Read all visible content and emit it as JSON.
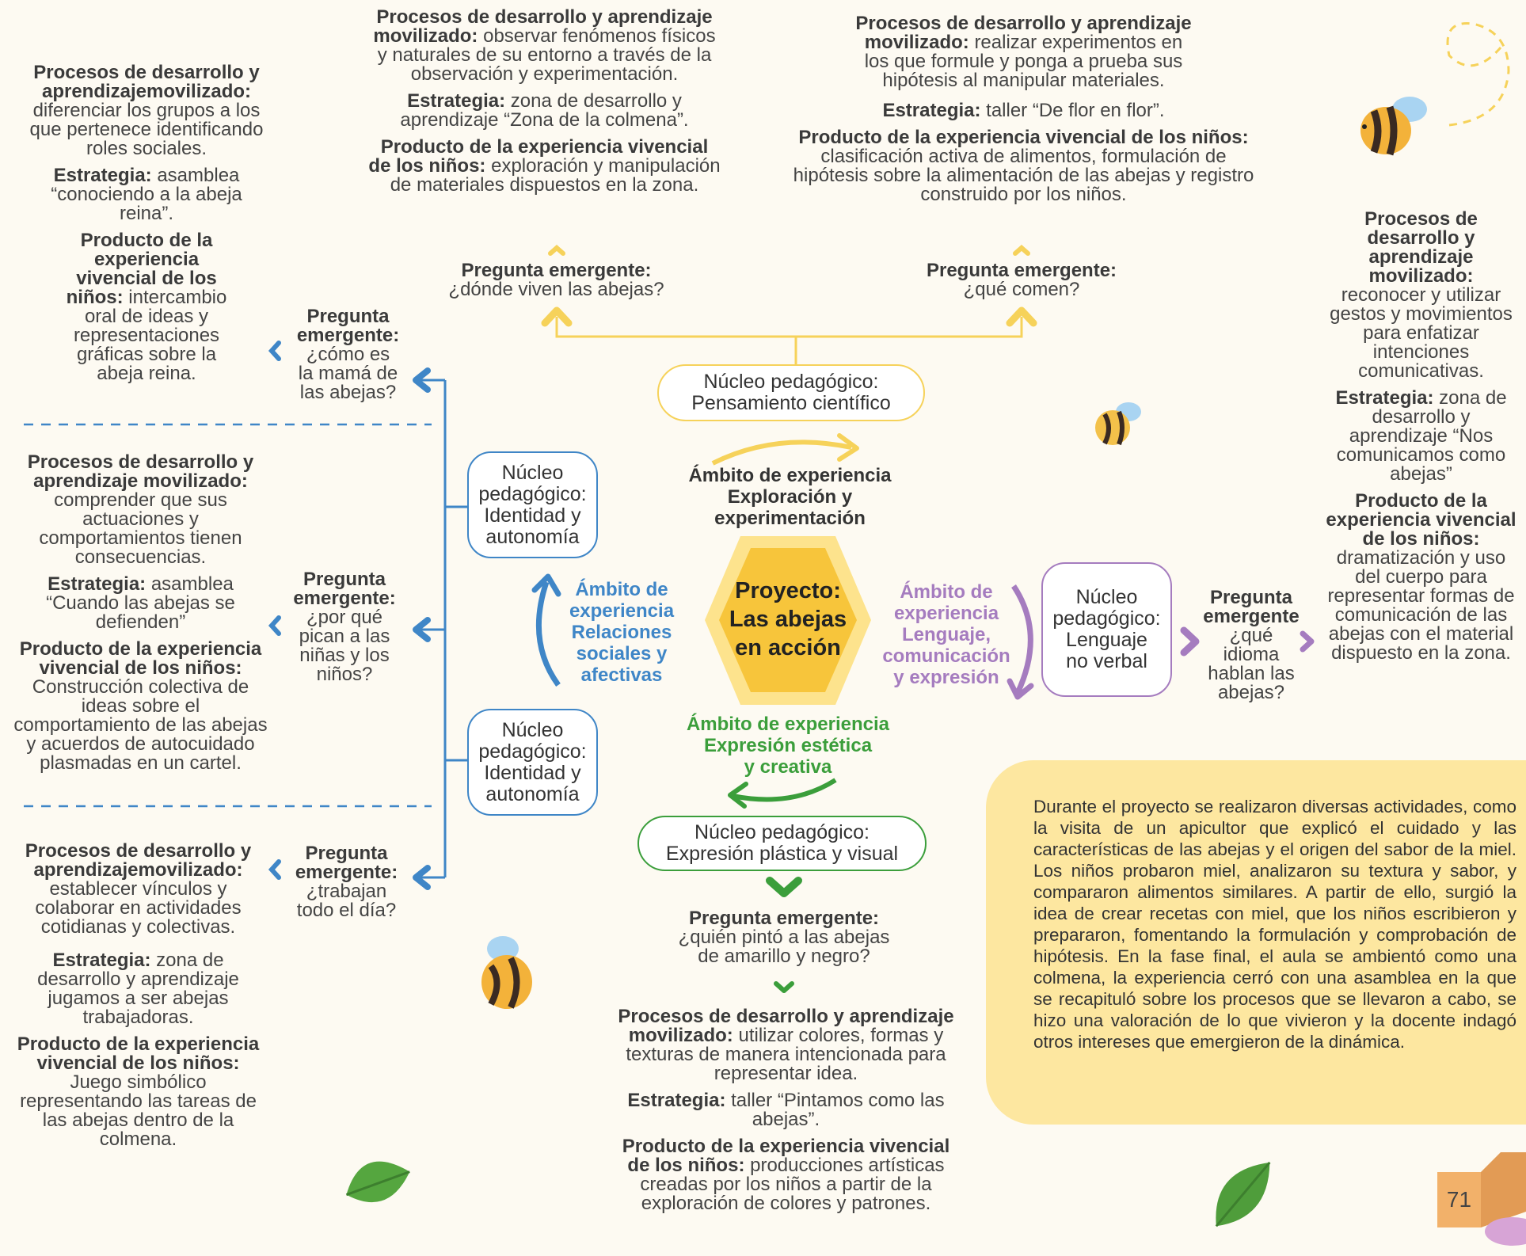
{
  "center": {
    "line1": "Proyecto:",
    "line2": "Las abejas",
    "line3": "en acción"
  },
  "ambitos": {
    "exploracion": {
      "line1": "Ámbito de experiencia",
      "line2": "Exploración y",
      "line3": "experimentación"
    },
    "relaciones": {
      "line1": "Ámbito de",
      "line2": "experiencia",
      "line3": "Relaciones",
      "line4": "sociales y",
      "line5": "afectivas"
    },
    "lenguaje": {
      "line1": "Ámbito de",
      "line2": "experiencia",
      "line3": "Lenguaje,",
      "line4": "comunicación",
      "line5": "y expresión"
    },
    "estetica": {
      "line1": "Ámbito de experiencia",
      "line2": "Expresión estética",
      "line3": "y creativa"
    }
  },
  "nucleos": {
    "cientifico": {
      "line1": "Núcleo pedagógico:",
      "line2": "Pensamiento científico"
    },
    "identidad_1": {
      "line1": "Núcleo",
      "line2": "pedagógico:",
      "line3": "Identidad y",
      "line4": "autonomía"
    },
    "identidad_2": {
      "line1": "Núcleo",
      "line2": "pedagógico:",
      "line3": "Identidad y",
      "line4": "autonomía"
    },
    "no_verbal": {
      "line1": "Núcleo",
      "line2": "pedagógico:",
      "line3": "Lenguaje",
      "line4": "no verbal"
    },
    "plastica": {
      "line1": "Núcleo pedagógico:",
      "line2": "Expresión plástica y visual"
    }
  },
  "questions": {
    "donde": {
      "label": "Pregunta emergente:",
      "l1": "¿dónde viven las abejas?"
    },
    "comen": {
      "label": "Pregunta emergente:",
      "l1": "¿qué comen?"
    },
    "mama": {
      "label1": "Pregunta",
      "label2": "emergente:",
      "l1": "¿cómo es",
      "l2": "la mamá de",
      "l3": "las abejas?"
    },
    "pican": {
      "label1": "Pregunta",
      "label2": "emergente:",
      "l1": "¿por qué",
      "l2": "pican a las",
      "l3": "niñas y los",
      "l4": "niños?"
    },
    "trabajan": {
      "label1": "Pregunta",
      "label2": "emergente:",
      "l1": "¿trabajan",
      "l2": "todo el día?"
    },
    "idioma": {
      "label1": "Pregunta",
      "label2": "emergente",
      "l1": "¿qué",
      "l2": "idioma",
      "l3": "hablan las",
      "l4": "abejas?"
    },
    "pinto": {
      "label": "Pregunta emergente:",
      "l1": "¿quién pintó a las abejas",
      "l2": "de amarillo y negro?"
    }
  },
  "blocks": {
    "top_left": {
      "p1_label": "Procesos de desarrollo y aprendizaje movilizado:",
      "p1_text": "observar fenómenos físicos y naturales de su entorno a través de la observación y experimentación.",
      "p2_label": "Estrategia:",
      "p2_text": "zona de desarrollo y aprendizaje “Zona de la colmena”.",
      "p3_label": "Producto de la experiencia vivencial de los niños:",
      "p3_text": "exploración y manipulación de materiales dispuestos en la zona."
    },
    "top_right": {
      "p1_label": "Procesos de desarrollo y aprendizaje movilizado:",
      "p1_text": "realizar experimentos en los que formule y ponga a prueba sus hipótesis al manipular materiales.",
      "p2_label": "Estrategia:",
      "p2_text": "taller “De flor en flor”.",
      "p3_label": "Producto de la experiencia vivencial de los niños:",
      "p3_text": "clasificación activa de alimentos, formulación de hipótesis sobre la alimentación de las abejas y registro construido por los niños."
    },
    "left_1": {
      "p1_label": "Procesos de desarrollo y aprendizajemovilizado:",
      "p1_text": "diferenciar los grupos a los que pertenece identificando roles sociales.",
      "p2_label": "Estrategia:",
      "p2_text": "asamblea “conociendo a la abeja reina”.",
      "p3_label": "Producto de la experiencia vivencial de los niños:",
      "p3_text": "intercambio oral de ideas y representaciones gráficas sobre la abeja reina."
    },
    "left_2": {
      "p1_label": "Procesos de desarrollo y aprendizaje movilizado:",
      "p1_text": "comprender que sus actuaciones y comportamientos tienen consecuencias.",
      "p2_label": "Estrategia:",
      "p2_text": "asamblea “Cuando las abejas se defienden”",
      "p3_label": "Producto de la experiencia vivencial de los niños:",
      "p3_text": "Construcción colectiva de ideas sobre el comportamiento de las abejas y acuerdos de autocuidado plasmadas en un cartel."
    },
    "left_3": {
      "p1_label": "Procesos de desarrollo y aprendizajemovilizado:",
      "p1_text": "establecer vínculos y colaborar en actividades cotidianas y colectivas.",
      "p2_label": "Estrategia:",
      "p2_text": "zona de desarrollo y aprendizaje jugamos a ser abejas trabajadoras.",
      "p3_label": "Producto de la experiencia vivencial de los niños:",
      "p3_text": "Juego simbólico representando las tareas de las abejas dentro de la colmena."
    },
    "right": {
      "p1_label": "Procesos de desarrollo y aprendizaje movilizado:",
      "p1_text": "reconocer y utilizar gestos y movimientos para enfatizar intenciones comunicativas.",
      "p2_label": "Estrategia:",
      "p2_text": "zona de desarrollo y aprendizaje “Nos comunicamos como abejas”",
      "p3_label": "Producto de la experiencia vivencial de los niños:",
      "p3_text": "dramatización y uso del cuerpo para representar formas de comunicación de las abejas con el material dispuesto en la zona."
    },
    "bottom": {
      "p1_label": "Procesos de desarrollo y aprendizaje movilizado:",
      "p1_text": "utilizar colores, formas y texturas de manera intencionada para representar idea.",
      "p2_label": "Estrategia:",
      "p2_text": "taller “Pintamos como las abejas”.",
      "p3_label": "Producto de la experiencia vivencial de los niños:",
      "p3_text": "producciones artísticas creadas por los niños a partir de la exploración de colores y patrones."
    }
  },
  "summary": "Durante el proyecto se realizaron diversas actividades, como la visita de un apicultor que explicó el cuidado y las características de las abejas y el origen del sabor de la miel. Los niños probaron miel, analizaron su textura y sabor, y compararon alimentos similares. A partir de ello, surgió la idea de crear recetas con miel, que los niños escribieron y prepararon, fomentando la formulación y comprobación de hipótesis. En la fase final, el aula se ambientó como una colmena, la experiencia cerró con una asamblea en la que se recapituló sobre los procesos que se llevaron a cabo, se hizo una valoración de lo que vivieron y la docente indagó otros intereses que emergieron de la dinámica.",
  "page_number": "71",
  "colors": {
    "yellow": "#f6d25a",
    "blue": "#3f86c7",
    "purple": "#a57cbf",
    "green": "#3b9e3b",
    "center_fill": "#f7c53b",
    "summary_bg": "#fde7a0"
  },
  "icons": [
    "bee-icon",
    "leaf-icon",
    "chevron-icon",
    "hexagon-shape"
  ]
}
